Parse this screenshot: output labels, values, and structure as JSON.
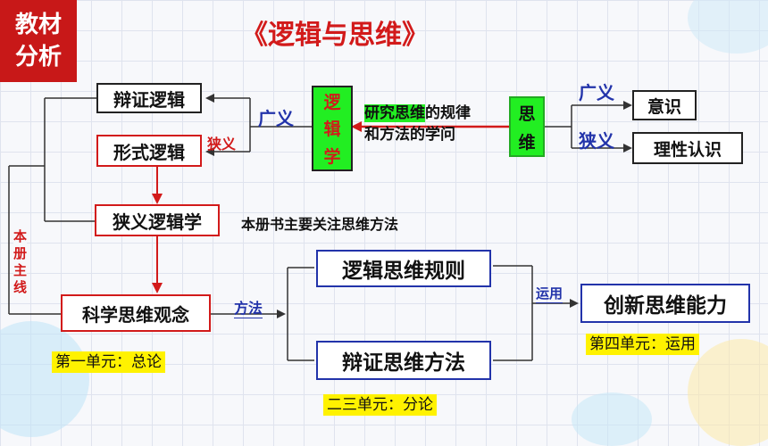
{
  "corner_label": [
    "教材",
    "分析"
  ],
  "title": "《逻辑与思维》",
  "logic_vertical": [
    "逻",
    "辑",
    "学"
  ],
  "thinking_vertical": [
    "思",
    "维"
  ],
  "definition": {
    "part1_highlight": "研究思维",
    "part1_rest": "的规律",
    "part2": "和方法的学问"
  },
  "broad_label_left": "广义",
  "narrow_label_left": "狭义",
  "broad_label_right": "广义",
  "narrow_label_right": "狭义",
  "boxes": {
    "dialectical_logic": "辩证逻辑",
    "formal_logic": "形式逻辑",
    "narrow_logic": "狭义逻辑学",
    "scientific_concept": "科学思维观念",
    "consciousness": "意识",
    "rational_cognition": "理性认识",
    "logic_rules": "逻辑思维规则",
    "dialectical_methods": "辩证思维方法",
    "innovation_ability": "创新思维能力"
  },
  "main_line_vertical": [
    "本",
    "册",
    "主",
    "线"
  ],
  "focus_note": "本册书主要关注思维方法",
  "method_label": "方法",
  "apply_label": "运用",
  "units": {
    "unit1": "第一单元：总论",
    "unit23": "二三单元：分论",
    "unit4": "第四单元：运用"
  },
  "colors": {
    "red": "#d21a1a",
    "blue": "#2233aa",
    "yellow": "#fff200",
    "green": "#22ee22",
    "corner_bg": "#c81818"
  }
}
